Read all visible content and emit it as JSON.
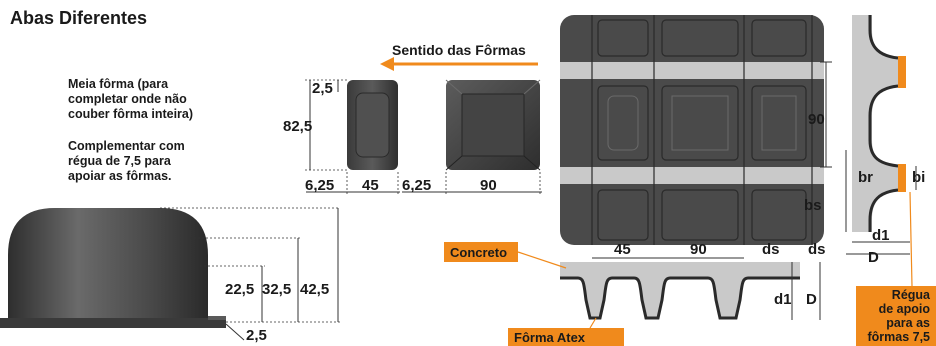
{
  "title": "Abas Diferentes",
  "arrow_label": "Sentido das Fôrmas",
  "note_half_form": [
    "Meia fôrma (para",
    "completar onde não",
    "couber fôrma inteira)"
  ],
  "note_complement": [
    "Complementar com",
    "régua de 7,5 para",
    "apoiar as fôrmas."
  ],
  "top_dims": {
    "lip": "2,5",
    "height": "82,5",
    "flange_half": "6,25",
    "half_width": "45",
    "flange_full": "6,25",
    "full_width": "90"
  },
  "profile_dims": {
    "h1": "22,5",
    "h2": "32,5",
    "h3": "42,5",
    "lip": "2,5"
  },
  "grid_dims": {
    "spacing": "90"
  },
  "section_labels": {
    "w45": "45",
    "w90": "90",
    "ds": "ds",
    "d1": "d1",
    "D": "D"
  },
  "side_labels": {
    "br": "br",
    "bi": "bi",
    "bs": "bs",
    "ds": "ds",
    "d1": "d1",
    "D": "D"
  },
  "tags": {
    "concreto": "Concreto",
    "forma_atex": "Fôrma Atex",
    "regua": [
      "Régua",
      "de apoio",
      "para as",
      "fôrmas 7,5"
    ]
  },
  "colors": {
    "accent": "#f08a1c",
    "form_dark": "#4a4a4a",
    "concrete": "#c9c9c9",
    "text": "#1a1a1a"
  }
}
